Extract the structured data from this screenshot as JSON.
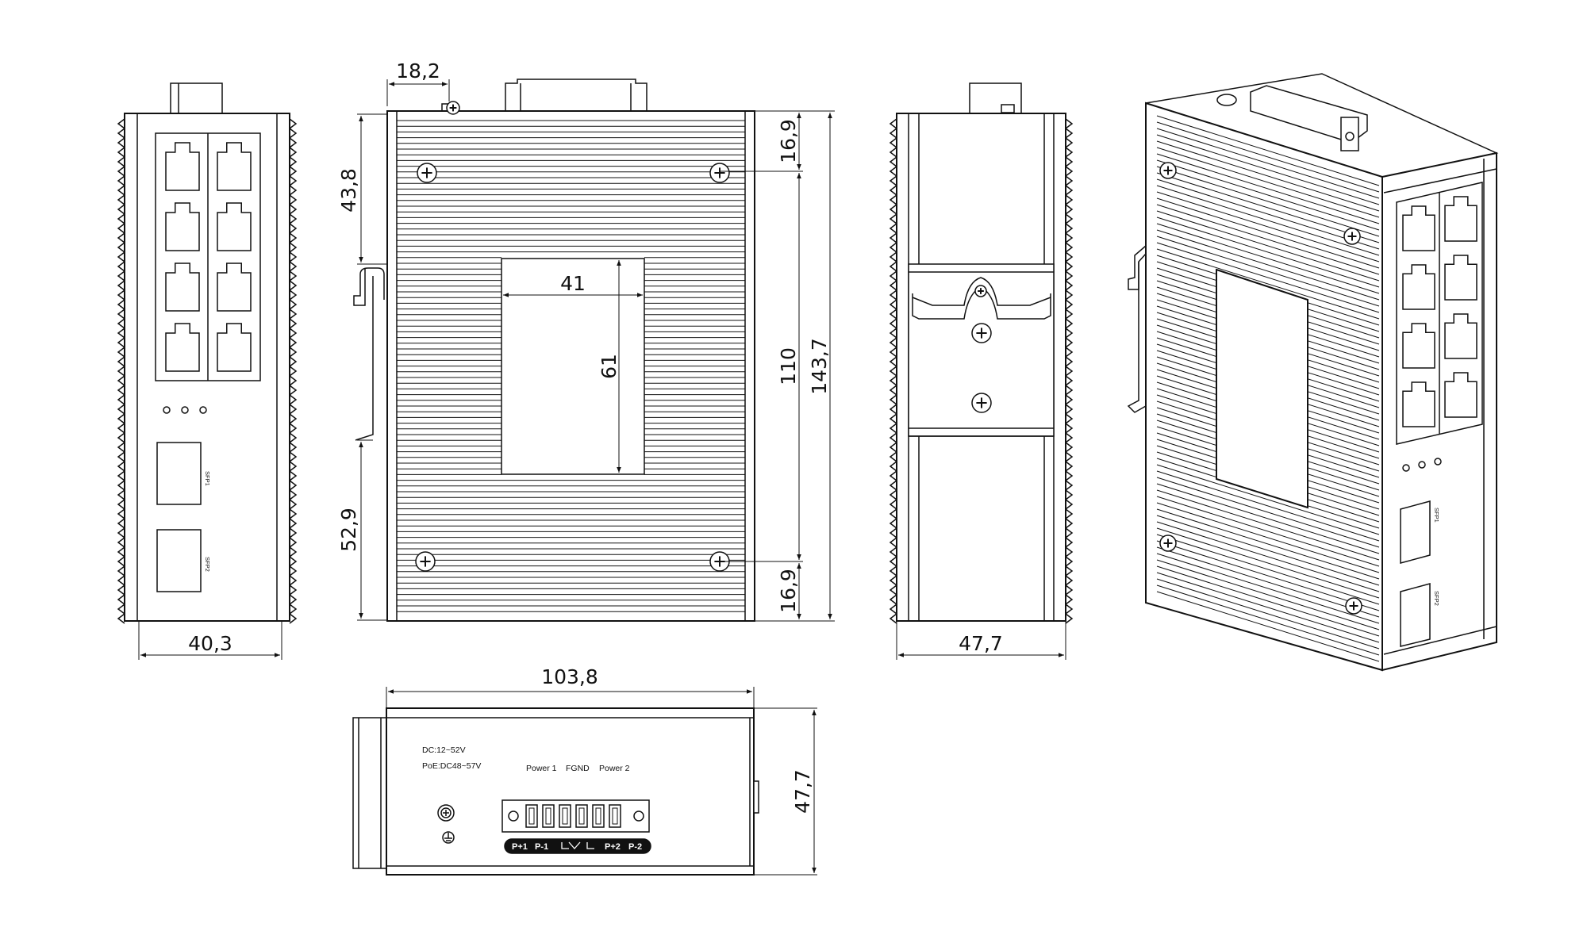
{
  "figure_title": "",
  "front_view": {
    "width_dim": "40,3",
    "sfp_labels": [
      "SFP1",
      "SFP2"
    ],
    "rj45_port_count": 8,
    "led_count": 3
  },
  "side_view": {
    "dims": {
      "top_offset": "18,2",
      "upper_rail_offset": "43,8",
      "lower_rail_offset": "52,9",
      "window_width": "41",
      "window_height": "61",
      "screw_top_margin": "16,9",
      "screw_bottom_margin": "16,9",
      "screw_pitch": "110",
      "total_height": "143,7"
    }
  },
  "back_view": {
    "width_dim": "47,7"
  },
  "top_view": {
    "width_dim": "103,8",
    "depth_dim": "47,7",
    "power_text": [
      "DC:12~52V",
      "PoE:DC48~57V"
    ],
    "terminal_header": [
      "Power 1",
      "FGND",
      "Power 2"
    ],
    "terminal_labels": [
      "P+1",
      "P-1",
      "P+2",
      "P-2"
    ],
    "terminal_pin_count": 6
  },
  "iso_view": {
    "sfp_labels": [
      "SFP1",
      "SFP2"
    ],
    "rj45_port_count": 8,
    "led_count": 3
  }
}
